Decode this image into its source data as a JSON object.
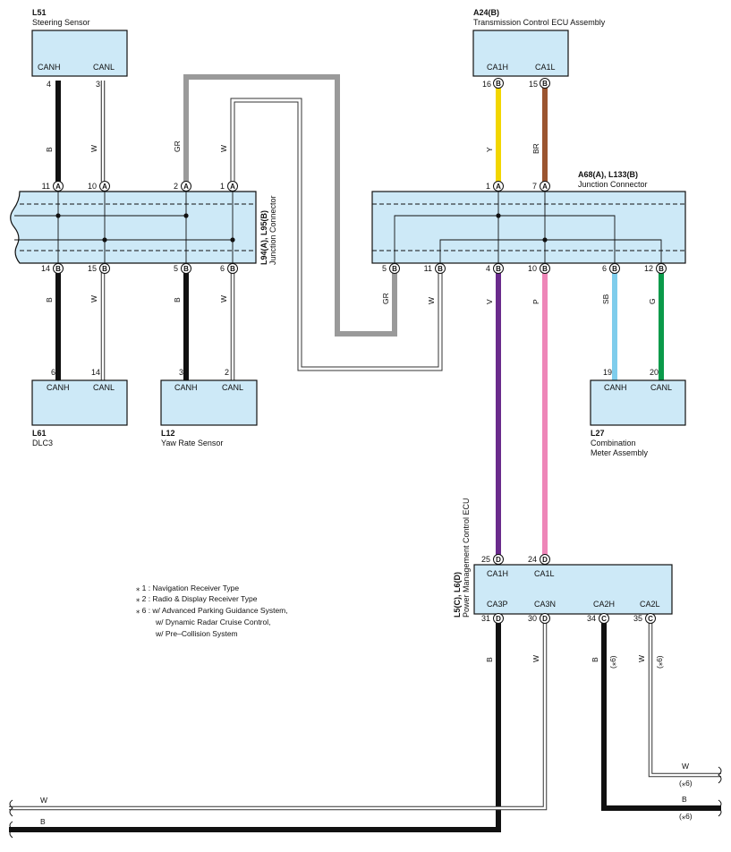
{
  "components": {
    "L51": {
      "code": "L51",
      "name": "Steering Sensor",
      "t1": "CANH",
      "t2": "CANL",
      "p1": "4",
      "p2": "3"
    },
    "L61": {
      "code": "L61",
      "name": "DLC3",
      "t1": "CANH",
      "t2": "CANL",
      "p1": "6",
      "p2": "14"
    },
    "L12": {
      "code": "L12",
      "name": "Yaw Rate Sensor",
      "t1": "CANH",
      "t2": "CANL",
      "p1": "3",
      "p2": "2"
    },
    "A24": {
      "code": "A24(B)",
      "name": "Transmission Control ECU Assembly",
      "t1": "CA1H",
      "t2": "CA1L",
      "p1": "16",
      "p2": "15",
      "conn": "B"
    },
    "L27": {
      "code": "L27",
      "name1": "Combination",
      "name2": "Meter Assembly",
      "t1": "CANH",
      "t2": "CANL",
      "p1": "19",
      "p2": "20"
    },
    "PMC": {
      "code": "L5(C), L6(D)",
      "name": "Power Management Control ECU",
      "top_terms": [
        "CA1H",
        "CA1L"
      ],
      "top_pins": [
        "25",
        "24"
      ],
      "top_conns": [
        "D",
        "D"
      ],
      "bot_terms": [
        "CA3P",
        "CA3N",
        "CA2H",
        "CA2L"
      ],
      "bot_pins": [
        "31",
        "30",
        "34",
        "35"
      ],
      "bot_conns": [
        "D",
        "D",
        "C",
        "C"
      ]
    }
  },
  "junctions": {
    "left": {
      "code": "L94(A), L95(B)",
      "name": "Junction Connector",
      "top_pins": [
        "11",
        "10",
        "2",
        "1"
      ],
      "top_conns": [
        "A",
        "A",
        "A",
        "A"
      ],
      "bot_pins": [
        "14",
        "15",
        "5",
        "6"
      ],
      "bot_conns": [
        "B",
        "B",
        "B",
        "B"
      ]
    },
    "right": {
      "code": "A68(A), L133(B)",
      "name": "Junction Connector",
      "top_pins": [
        "1",
        "7"
      ],
      "top_conns": [
        "A",
        "A"
      ],
      "bot_pins": [
        "5",
        "11",
        "4",
        "10",
        "6",
        "12"
      ],
      "bot_conns": [
        "B",
        "B",
        "B",
        "B",
        "B",
        "B"
      ]
    }
  },
  "wires": {
    "l51_canh": "B",
    "l51_canl": "W",
    "loop_gr": "GR",
    "loop_w": "W",
    "dlc_canh": "B",
    "dlc_canl": "W",
    "yaw_canh": "B",
    "yaw_canl": "W",
    "a24_h": "Y",
    "a24_l": "BR",
    "rj_gr": "GR",
    "rj_w": "W",
    "rj_v": "V",
    "rj_p": "P",
    "rj_sb": "SB",
    "rj_g": "G",
    "pm_b": "B",
    "pm_w": "W",
    "pm_b2": "B",
    "pm_w2": "W",
    "pm_b2_note": "(⁎6)",
    "pm_w2_note": "(⁎6)",
    "out_w": "W",
    "out_w_note": "(⁎6)",
    "out_b": "B",
    "out_b_note": "(⁎6)",
    "bottom_w": "W",
    "bottom_b": "B"
  },
  "notes": [
    "⁎ 1 : Navigation Receiver Type",
    "⁎ 2 : Radio & Display Receiver Type",
    "⁎ 6 : w/ Advanced Parking Guidance System,",
    "w/ Dynamic Radar Cruise Control,",
    "w/ Pre–Collision System"
  ],
  "colors": {
    "B": "#111111",
    "W": "#ffffff",
    "GR": "#9a9a9a",
    "Y": "#f2d600",
    "BR": "#9b5530",
    "V": "#6a2b8c",
    "P": "#ee86b8",
    "SB": "#7fcdec",
    "G": "#0a9a4a",
    "box_fill": "#cde9f7"
  }
}
